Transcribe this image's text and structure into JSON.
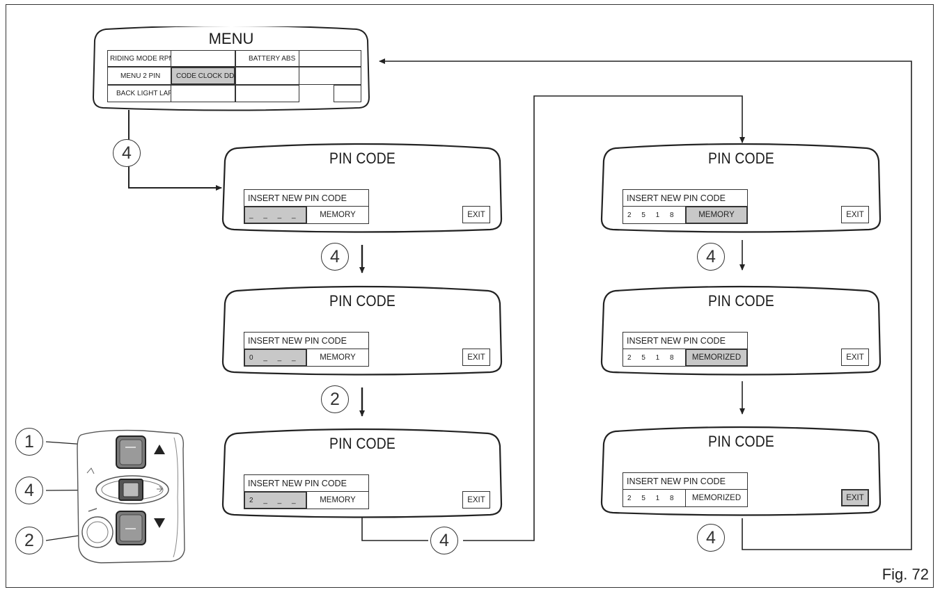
{
  "menu": {
    "title": "MENU",
    "row1": [
      "RIDING MODE RPM",
      "BATTERY ABS"
    ],
    "row2": [
      "MENU 2 PIN",
      "CODE CLOCK DDA"
    ],
    "row3": [
      "BACK LIGHT LAP SET UNITS EXIT"
    ]
  },
  "panels": [
    {
      "title": "PIN CODE",
      "prompt": "INSERT NEW PIN CODE",
      "entry": "_ _ _ _",
      "action": "MEMORY",
      "exit": "EXIT"
    },
    {
      "title": "PIN CODE",
      "prompt": "INSERT NEW PIN CODE",
      "entry": "0 _ _ _",
      "action": "MEMORY",
      "exit": "EXIT"
    },
    {
      "title": "PIN CODE",
      "prompt": "INSERT NEW PIN CODE",
      "entry": "2 _ _ _",
      "action": "MEMORY",
      "exit": "EXIT"
    },
    {
      "title": "PIN CODE",
      "prompt": "INSERT NEW PIN CODE",
      "entry": "2 5 1 8",
      "action": "MEMORY",
      "exit": "EXIT"
    },
    {
      "title": "PIN CODE",
      "prompt": "INSERT NEW PIN CODE",
      "entry": "2 5 1 8",
      "action": "MEMORIZED",
      "exit": "EXIT"
    },
    {
      "title": "PIN CODE",
      "prompt": "INSERT NEW PIN CODE",
      "entry": "2 5 1 8",
      "action": "MEMORIZED",
      "exit": "EXIT"
    }
  ],
  "steps": {
    "s_menu": "4",
    "s_p1": "4",
    "s_p2": "2",
    "s_bottom": "4",
    "s_p4": "4",
    "s_p6": "4"
  },
  "switch_labels": [
    "1",
    "4",
    "2"
  ],
  "figure_label": "Fig. 72"
}
